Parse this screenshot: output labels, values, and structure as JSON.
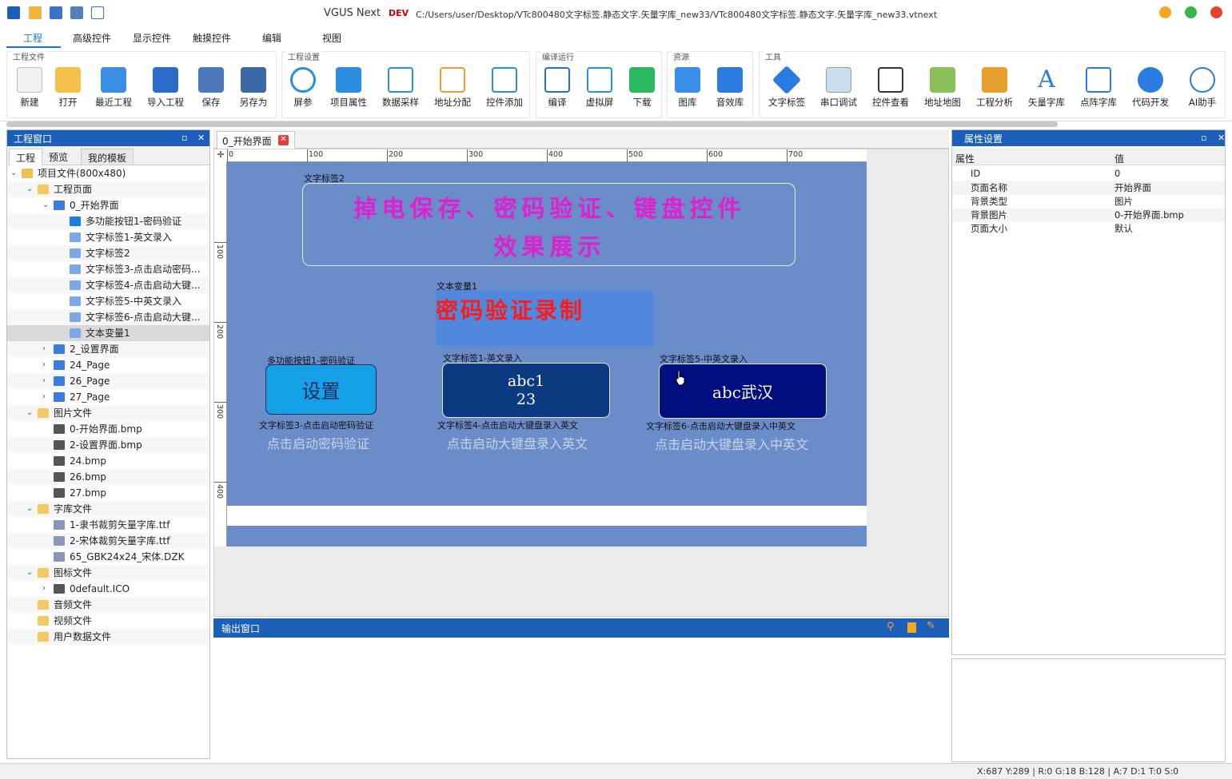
{
  "titlebar": {
    "app": "VGUS Next",
    "tag": "DEV",
    "path": "C:/Users/user/Desktop/VTc800480文字标签.静态文字.矢量字库_new33/VTc800480文字标签.静态文字.矢量字库_new33.vtnext"
  },
  "menu": [
    "工程",
    "高级控件",
    "显示控件",
    "触摸控件",
    "编辑",
    "视图"
  ],
  "ribbon": {
    "groups": [
      "工程文件",
      "工程设置",
      "编译运行",
      "资源",
      "工具"
    ],
    "buttons": [
      "新建",
      "打开",
      "最近工程",
      "导入工程",
      "保存",
      "另存为",
      "屏参",
      "项目属性",
      "数据采样",
      "地址分配",
      "控件添加",
      "编译",
      "虚拟屏",
      "下载",
      "图库",
      "音效库",
      "文字标签",
      "串口调试",
      "控件查看",
      "地址地图",
      "工程分析",
      "矢量字库",
      "点阵字库",
      "代码开发",
      "AI助手"
    ]
  },
  "left": {
    "title": "工程窗口",
    "tabs": [
      "工程",
      "预览",
      "我的模板"
    ],
    "tree": [
      "项目文件(800x480)",
      "工程页面",
      "0_开始界面",
      "多功能按钮1-密码验证",
      "文字标签1-英文录入",
      "文字标签2",
      "文字标签3-点击启动密码...",
      "文字标签4-点击启动大键...",
      "文字标签5-中英文录入",
      "文字标签6-点击启动大键...",
      "文本变量1",
      "2_设置界面",
      "24_Page",
      "26_Page",
      "27_Page",
      "图片文件",
      "0-开始界面.bmp",
      "2-设置界面.bmp",
      "24.bmp",
      "26.bmp",
      "27.bmp",
      "字库文件",
      "1-隶书裁剪矢量字库.ttf",
      "2-宋体裁剪矢量字库.ttf",
      "65_GBK24x24_宋体.DZK",
      "图标文件",
      "0default.ICO",
      "音频文件",
      "视频文件",
      "用户数据文件"
    ]
  },
  "center": {
    "tab": "0_开始界面",
    "ruler_h": [
      "0",
      "100",
      "200",
      "300",
      "400",
      "500",
      "600",
      "700"
    ],
    "ruler_v": [
      "100",
      "200",
      "300",
      "400"
    ],
    "labels": {
      "label2": "文字标签2",
      "var1": "文本变量1",
      "btn1": "多功能按钮1-密码验证",
      "lbl1": "文字标签1-英文录入",
      "lbl5": "文字标签5-中英文录入",
      "lbl3": "文字标签3-点击启动密码验证",
      "lbl4": "文字标签4-点击启动大键盘录入英文",
      "lbl6": "文字标签6-点击启动大键盘录入中英文"
    },
    "title_line1": "掉电保存、密码验证、键盘控件",
    "title_line2": "效果展示",
    "var_text": "密码验证录制",
    "btn_set": "设置",
    "box_abc1": "abc1",
    "box_abc2": "23",
    "box_abcwh": "abc武汉",
    "gray1": "点击启动密码验证",
    "gray2": "点击启动大键盘录入英文",
    "gray3": "点击启动大键盘录入中英文"
  },
  "output": {
    "title": "输出窗口"
  },
  "props": {
    "title": "属性设置",
    "header": [
      "属性",
      "值"
    ],
    "rows": [
      [
        "ID",
        "0"
      ],
      [
        "页面名称",
        "开始界面"
      ],
      [
        "背景类型",
        "图片"
      ],
      [
        "背景图片",
        "0-开始界面.bmp"
      ],
      [
        "页面大小",
        "默认"
      ]
    ]
  },
  "status": "X:687  Y:289  |  R:0 G:18 B:128  |  A:7  D:1  T:0  S:0"
}
